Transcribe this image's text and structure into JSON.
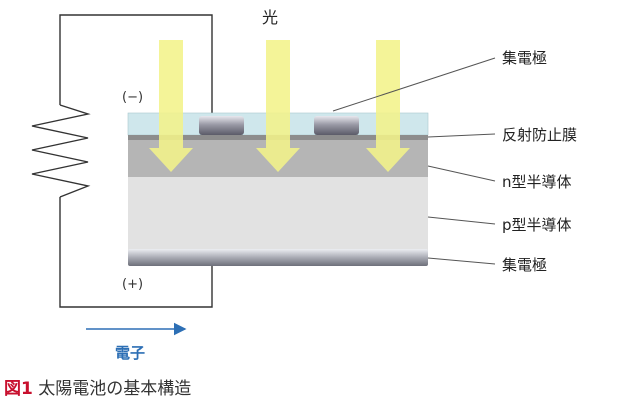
{
  "diagram": {
    "light_label": "光",
    "minus_label": "(−)",
    "plus_label": "(+)",
    "electron_label": "電子",
    "labels": {
      "top_electrode": "集電極",
      "antireflection": "反射防止膜",
      "n_type": "n型半導体",
      "p_type": "p型半導体",
      "bottom_electrode": "集電極"
    }
  },
  "caption": {
    "number": "図1",
    "text": " 太陽電池の基本構造"
  },
  "colors": {
    "light_arrow": "#f3f28a",
    "antireflection": "#cfe7ec",
    "n_layer": "#b5b5b5",
    "p_layer": "#e2e2e2",
    "electron": "#2d6fb5",
    "caption_number": "#c8102e"
  }
}
